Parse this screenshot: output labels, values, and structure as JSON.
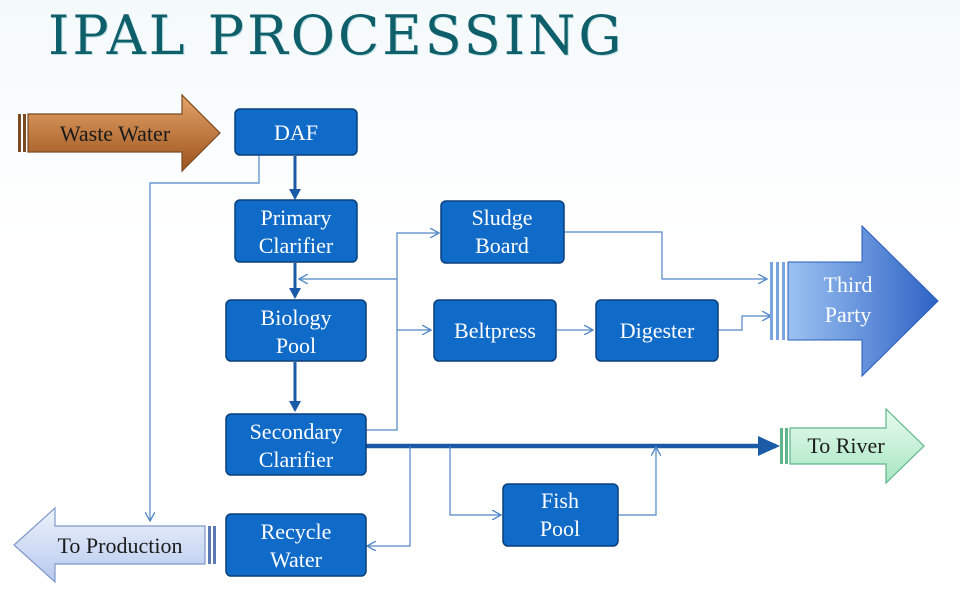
{
  "title": "IPAL PROCESSING",
  "nodes": {
    "daf": "DAF",
    "primary_1": "Primary",
    "primary_2": "Clarifier",
    "biology_1": "Biology",
    "biology_2": "Pool",
    "secondary_1": "Secondary",
    "secondary_2": "Clarifier",
    "recycle_1": "Recycle",
    "recycle_2": "Water",
    "sludge_1": "Sludge",
    "sludge_2": "Board",
    "beltpress": "Beltpress",
    "digester": "Digester",
    "fish_1": "Fish",
    "fish_2": "Pool"
  },
  "arrows": {
    "waste_water": "Waste Water",
    "third_party_1": "Third",
    "third_party_2": "Party",
    "to_river": "To River",
    "to_production": "To Production"
  },
  "colors": {
    "process_box": "#0f6ac8",
    "title": "#0f5f6b",
    "waste_arrow": "#b86a2a",
    "third_party_arrow": "#3a76d6",
    "river_arrow": "#bff0d2",
    "production_arrow": "#c9d7f2"
  }
}
